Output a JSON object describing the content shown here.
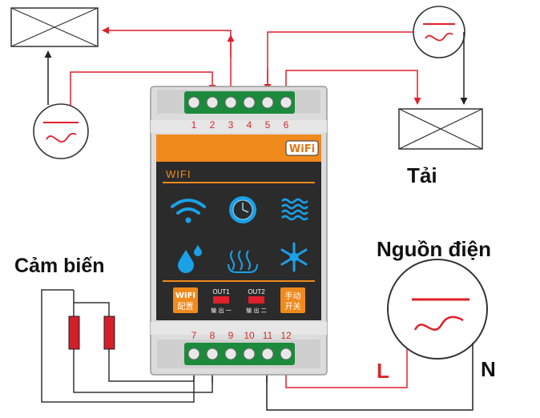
{
  "labels": {
    "load": "Tải",
    "power_source": "Nguồn điện",
    "sensor": "Cảm biến",
    "live": "L",
    "neutral": "N"
  },
  "device": {
    "brand_badge": "WiFi",
    "panel_title": "WIFI",
    "buttons": {
      "wifi_config_line1": "WIFI",
      "wifi_config_line2": "配置",
      "manual_line1": "手动",
      "manual_line2": "开关"
    },
    "indicators": {
      "out1_label": "OUT1",
      "out1_caption": "输 出 一",
      "out2_label": "OUT2",
      "out2_caption": "输 出 二"
    },
    "top_terminals": [
      "1",
      "2",
      "3",
      "4",
      "5",
      "6"
    ],
    "bottom_terminals": [
      "7",
      "8",
      "9",
      "10",
      "11",
      "12"
    ],
    "panel_icons": [
      "wifi-icon",
      "clock-icon",
      "water-waves-icon",
      "water-drops-icon",
      "heating-icon",
      "snowflake-icon"
    ]
  },
  "colors": {
    "accent_orange": "#f08a1c",
    "panel_dark": "#2b2b2b",
    "icon_blue": "#1aa1e8",
    "wire_red": "#e0202a",
    "label_red": "#d42a2a",
    "wire_black": "#222222"
  }
}
